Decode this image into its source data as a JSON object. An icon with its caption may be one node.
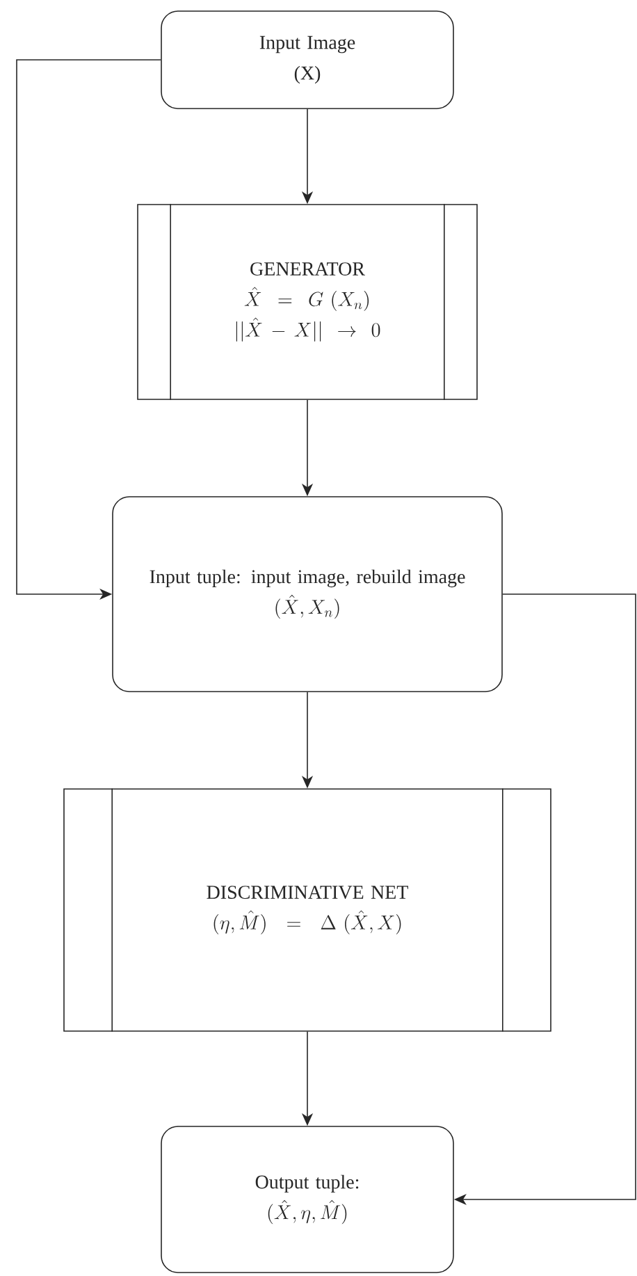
{
  "diagram": {
    "nodes": [
      {
        "text": [
          "Input Image",
          "(X)"
        ]
      },
      {
        "text": [
          "GENERATOR",
          "\\hat{X} = G\\ (X_{n})",
          "||\\hat{X} - X|| \\rightarrow 0"
        ]
      },
      {
        "text": [
          "Input tuple: input image, rebuild image",
          "(\\hat{X}, X_{n})"
        ]
      },
      {
        "text": [
          "DISCRIMINATIVE NET",
          "(\\eta, \\hat{M}) = \\Delta\\ (\\hat{X}, X)"
        ]
      },
      {
        "text": [
          "Output tuple:",
          "(\\hat{X}, \\eta, \\hat{M})"
        ]
      }
    ],
    "edges": [
      {
        "from": 0,
        "to": 1,
        "arrow": "to"
      },
      {
        "from": 1,
        "to": 2,
        "arrow": "to"
      },
      {
        "from": 0,
        "to": 2,
        "arrow": "to"
      },
      {
        "from": 2,
        "to": 3,
        "arrow": "to"
      },
      {
        "from": 3,
        "to": 4,
        "arrow": "to"
      },
      {
        "from": 2,
        "to": 4,
        "arrow": "to"
      }
    ]
  }
}
